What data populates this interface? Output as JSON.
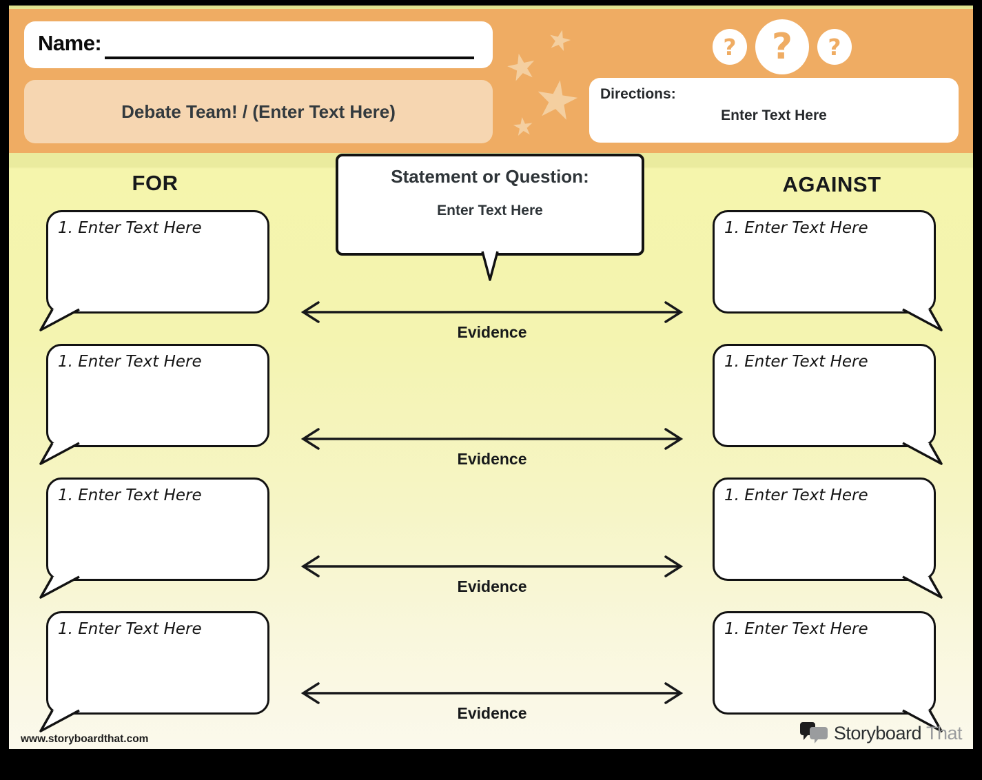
{
  "header": {
    "name_label": "Name:",
    "title": "Debate Team! / (Enter Text Here)",
    "directions_label": "Directions:",
    "directions_text": "Enter Text Here",
    "question_marks": [
      "?",
      "?",
      "?"
    ]
  },
  "columns": {
    "for_label": "FOR",
    "against_label": "AGAINST"
  },
  "statement": {
    "label": "Statement or Question:",
    "text": "Enter Text Here"
  },
  "bubbles": {
    "for": [
      {
        "text": "1. Enter Text Here"
      },
      {
        "text": "1. Enter Text Here"
      },
      {
        "text": "1. Enter Text Here"
      },
      {
        "text": "1. Enter Text Here"
      }
    ],
    "against": [
      {
        "text": "1. Enter Text Here"
      },
      {
        "text": "1. Enter Text Here"
      },
      {
        "text": "1. Enter Text Here"
      },
      {
        "text": "1. Enter Text Here"
      }
    ]
  },
  "evidence_labels": [
    "Evidence",
    "Evidence",
    "Evidence",
    "Evidence"
  ],
  "footer": {
    "url": "www.storyboardthat.com",
    "logo_storyboard": "Storyboard",
    "logo_that": "That"
  },
  "colors": {
    "header_orange": "#efac63",
    "title_box_orange": "#f6d6b1",
    "star_orange": "#f4cfa0",
    "page_yellow": "#f2f2a8",
    "page_cream": "#fbf9ec",
    "ink": "#17191b"
  }
}
